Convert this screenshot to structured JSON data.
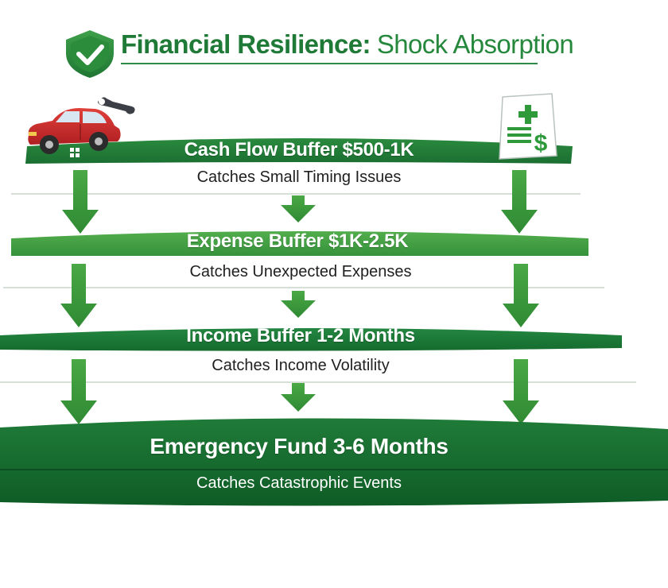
{
  "title": {
    "strong": "Financial Resilience:",
    "light": "Shock Absorption"
  },
  "buffers": [
    {
      "label": "Cash Flow Buffer $500-1K",
      "catches": "Catches Small Timing Issues"
    },
    {
      "label": "Expense Buffer $1K-2.5K",
      "catches": "Catches Unexpected Expenses"
    },
    {
      "label": "Income Buffer 1-2 Months",
      "catches": "Catches Income Volatility"
    },
    {
      "label": "Emergency Fund 3-6 Months",
      "catches": "Catches Catastrophic Events"
    }
  ],
  "icons": [
    "shield-check-icon",
    "car-icon",
    "wrench-icon",
    "medical-bill-icon"
  ],
  "colors": {
    "dark_green": "#1e7a36",
    "mid_green": "#3a9a42",
    "arrow_green": "#3f9a3c",
    "car_red": "#cc2a2a",
    "shield_green": "#2f8f3e"
  }
}
